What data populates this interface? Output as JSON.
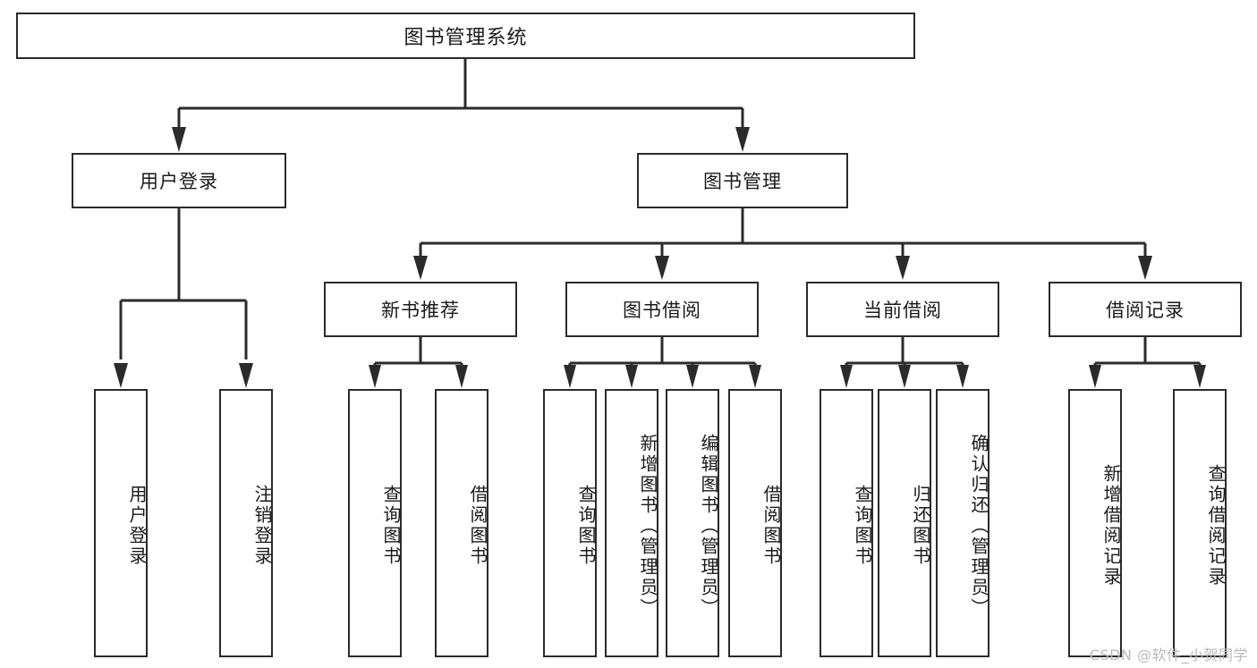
{
  "diagram": {
    "title": "图书管理系统",
    "type": "tree-hierarchy-chart",
    "root": {
      "label": "图书管理系统"
    },
    "level1": [
      {
        "label": "用户登录"
      },
      {
        "label": "图书管理"
      }
    ],
    "level2": [
      {
        "label": "新书推荐"
      },
      {
        "label": "图书借阅"
      },
      {
        "label": "当前借阅"
      },
      {
        "label": "借阅记录"
      }
    ],
    "leaves": {
      "user_login": [
        {
          "label": "用户登录"
        },
        {
          "label": "注销登录"
        }
      ],
      "new_book_recommend": [
        {
          "label": "查询图书"
        },
        {
          "label": "借阅图书"
        }
      ],
      "book_borrow": [
        {
          "label": "查询图书"
        },
        {
          "label": "新增图书（管理员）"
        },
        {
          "label": "编辑图书（管理员）"
        },
        {
          "label": "借阅图书"
        }
      ],
      "current_borrow": [
        {
          "label": "查询图书"
        },
        {
          "label": "归还图书"
        },
        {
          "label": "确认归还（管理员）"
        }
      ],
      "borrow_record": [
        {
          "label": "新增借阅记录"
        },
        {
          "label": "查询借阅记录"
        }
      ]
    }
  },
  "watermark": {
    "text": "CSDN @软件_小贺同学"
  },
  "colors": {
    "stroke": "#2b2b2b",
    "fill": "#ffffff",
    "text": "#1a1a1a",
    "watermark": "#b9b9b9"
  }
}
